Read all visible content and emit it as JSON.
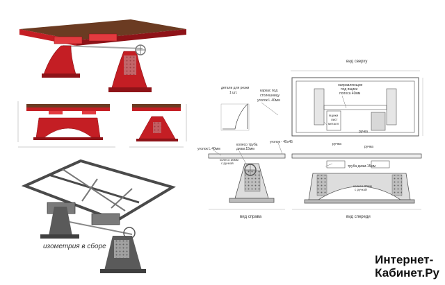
{
  "colors": {
    "table_red": "#c41e24",
    "table_red_dark": "#8e1318",
    "table_red_light": "#e23a3f",
    "wood": "#6b3b22",
    "steel_dark": "#4a4a4a",
    "steel_light": "#9a9a9a",
    "line": "#555555"
  },
  "views": {
    "top": {
      "title": "вид сверху"
    },
    "side": {
      "title": "вид справа"
    },
    "front": {
      "title": "вид спереди"
    },
    "iso": {
      "caption": "изометрия в сборе"
    }
  },
  "annotations": {
    "details_laser": [
      "детали для резки",
      "1 шт."
    ],
    "frame_table": [
      "каркас под",
      "столешницу",
      "уголок L 40мм"
    ],
    "rails": [
      "направляющие",
      "под ящики",
      "полоса 40мм"
    ],
    "drawers": [
      "ящики",
      "лист",
      "металл"
    ],
    "handle_1": "ручка",
    "handle_2": "ручка",
    "handle_3": "ручка",
    "angle_45": "уголок - 45х45",
    "angle_l40": "уголок L 40мм",
    "wheel_1": [
      "колесо труба",
      "диам.15мм"
    ],
    "wheel_2": [
      "колесо 20мм",
      "с ручкой"
    ],
    "pipe": "труба диам.15мм",
    "wheel_3": [
      "колесо 20мм",
      "с ручкой"
    ]
  },
  "watermark": {
    "line1": "Интернет-",
    "line2": "Кабинет.Ру"
  }
}
